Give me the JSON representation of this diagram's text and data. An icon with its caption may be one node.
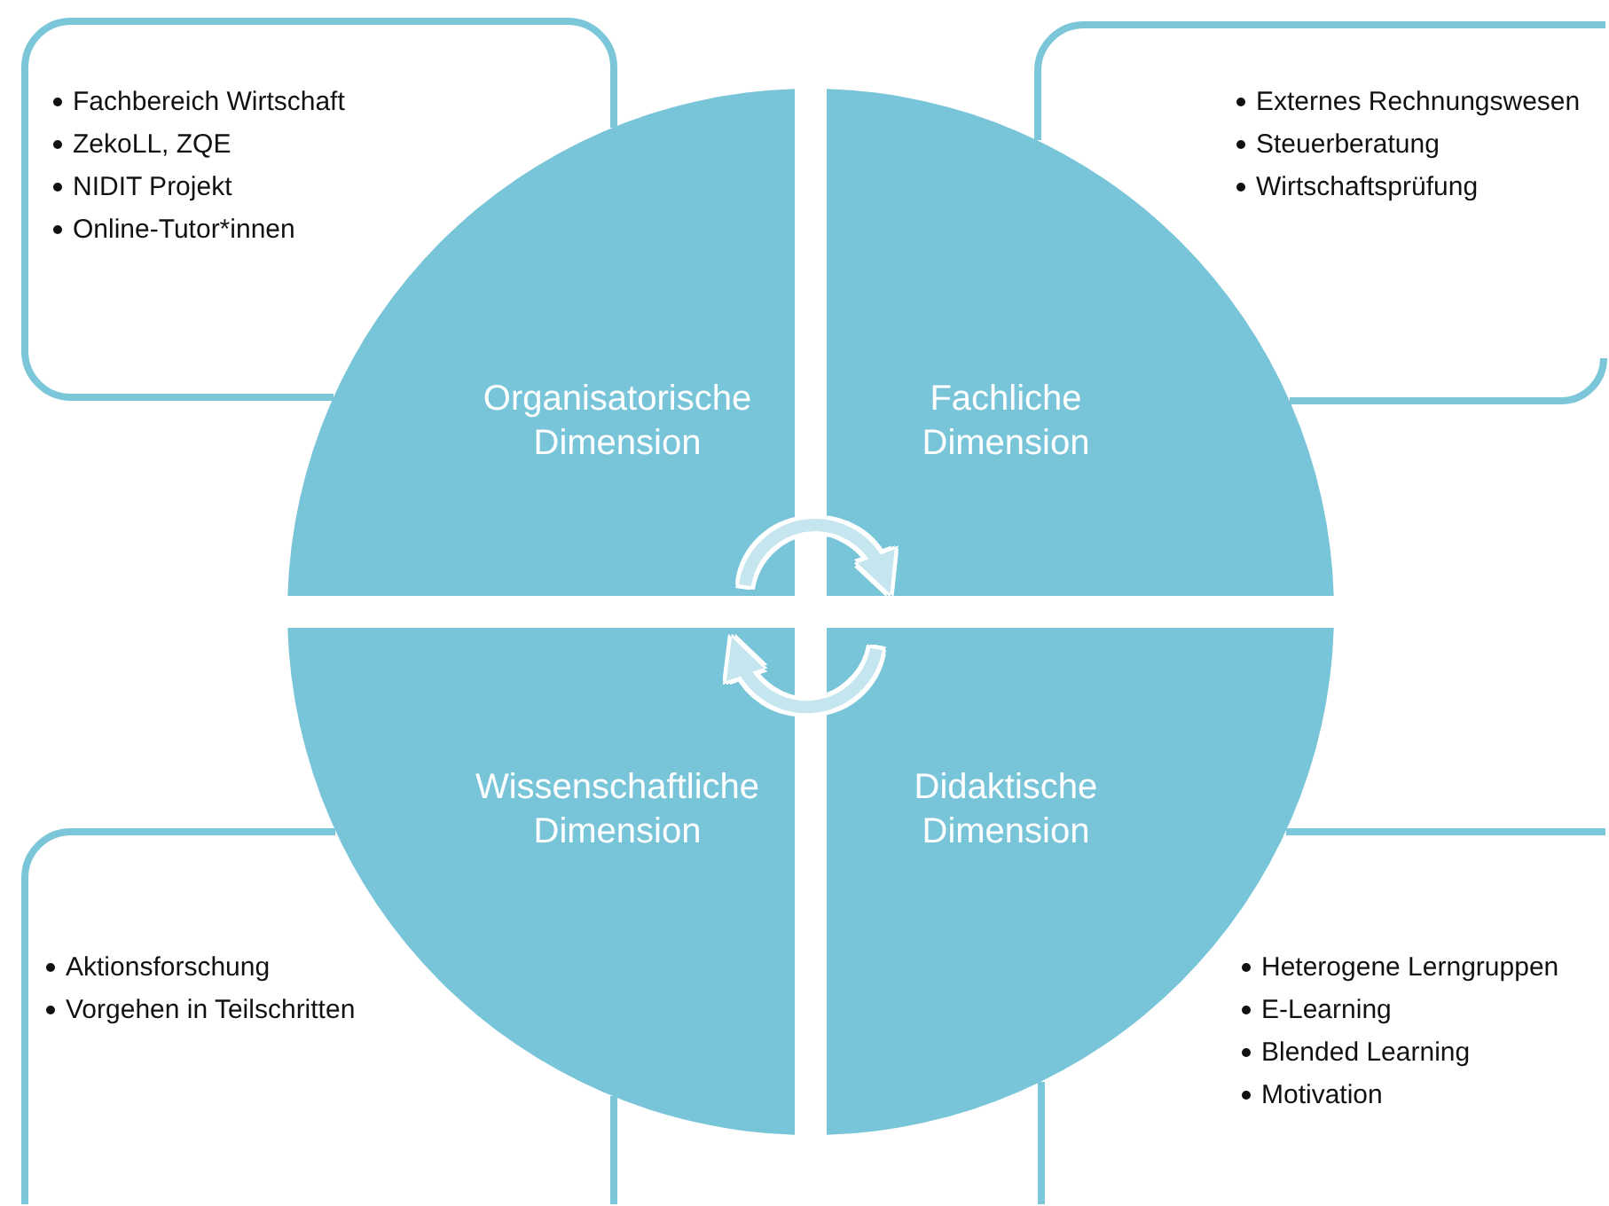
{
  "diagram": {
    "nodes": [
      {
        "text": [
          "Fachbereich Wirtschaft",
          "ZekoLL, ZQE",
          "NIDIT Projekt",
          "Online-Tutor*innen"
        ]
      },
      {
        "text": [
          "Externes Rechnungswesen",
          "Steuerberatung",
          "Wirtschaftsprüfung"
        ]
      },
      {
        "text": [
          "Organisatorische Dimension"
        ]
      },
      {
        "text": [
          "Fachliche Dimension"
        ]
      },
      {
        "text": [
          "Wissenschaftliche Dimension"
        ]
      },
      {
        "text": [
          "Didaktische Dimension"
        ]
      },
      {
        "text": [
          "Aktionsforschung",
          "Vorgehen in Teilschritten"
        ]
      },
      {
        "text": [
          "Heterogene Lerngruppen",
          "E-Learning",
          "Blended Learning",
          "Motivation"
        ]
      }
    ],
    "edges": [
      {
        "from": 2,
        "to": 3,
        "arrow": "to"
      },
      {
        "from": 5,
        "to": 4,
        "arrow": "to"
      }
    ]
  }
}
